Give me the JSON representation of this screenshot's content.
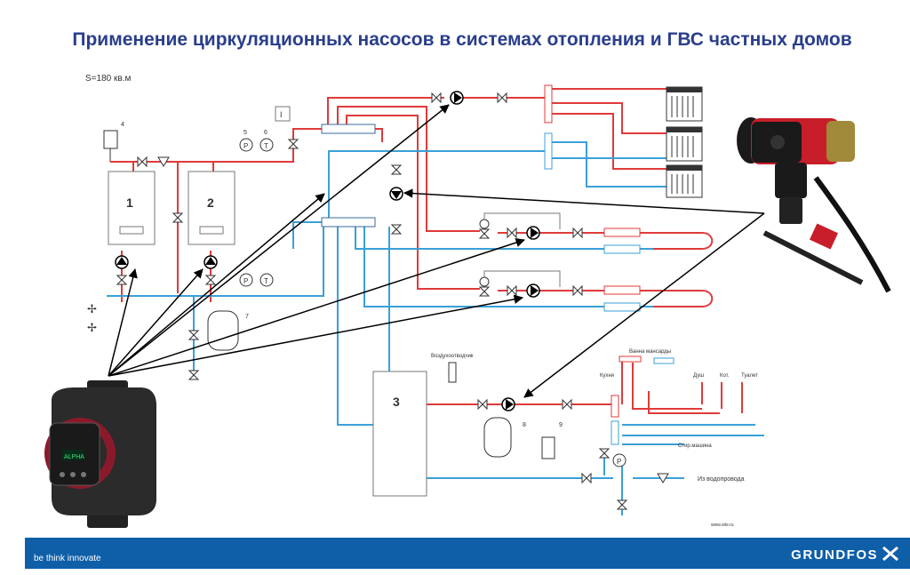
{
  "title": "Применение циркуляционных насосов в системах отопления и ГВС частных домов",
  "area_label": "S=180 кв.м",
  "numbers": [
    "1",
    "2",
    "3",
    "4",
    "5",
    "6",
    "7",
    "8",
    "9"
  ],
  "gauge_p": "P",
  "gauge_t": "T",
  "roman": "I",
  "labels": {
    "air_vent": "Воздухоотводчик",
    "bath_attic": "Ванна мансарды",
    "kitchen": "Кухня",
    "shower": "Душ",
    "boiler": "Кот.",
    "toilet": "Туалет",
    "washer": "Стир.машина",
    "water_supply": "Из водопровода"
  },
  "watermark": "www.site.ru",
  "footer": {
    "tagline": "be think innovate",
    "brand": "GRUNDFOS"
  },
  "pump_display": "ALPHA",
  "colors": {
    "hot": "#e03a3a",
    "cold": "#3aa0d8",
    "title": "#2a3e8c",
    "footer": "#0f5fa8"
  }
}
